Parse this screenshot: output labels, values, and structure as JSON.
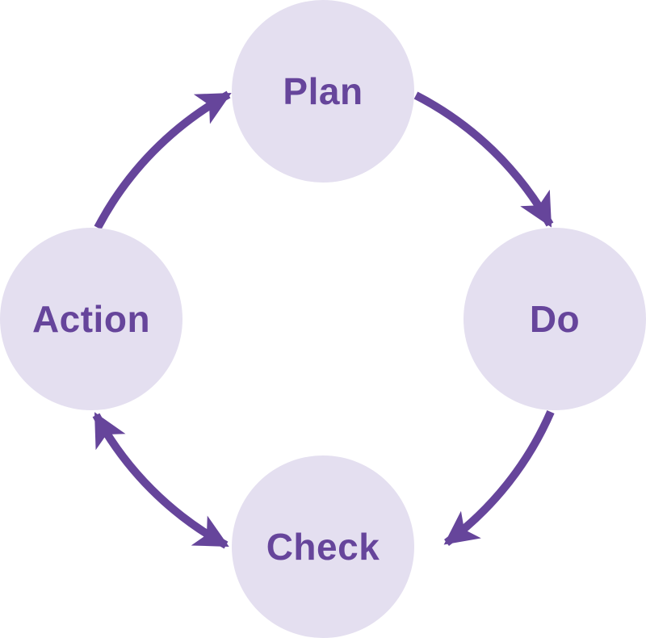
{
  "colors": {
    "node_fill": "#e4dff0",
    "accent": "#66459b",
    "background": "#ffffff"
  },
  "nodes": {
    "plan": {
      "label": "Plan"
    },
    "do": {
      "label": "Do"
    },
    "check": {
      "label": "Check"
    },
    "action": {
      "label": "Action"
    }
  },
  "edges": [
    {
      "from": "Plan",
      "to": "Do",
      "direction": "forward"
    },
    {
      "from": "Do",
      "to": "Check",
      "direction": "forward"
    },
    {
      "from": "Check",
      "to": "Action",
      "direction": "both"
    },
    {
      "from": "Action",
      "to": "Plan",
      "direction": "forward"
    }
  ]
}
